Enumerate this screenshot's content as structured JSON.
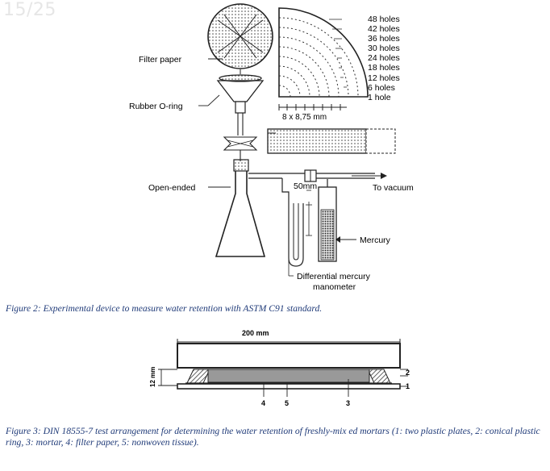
{
  "page_number": "15/25",
  "figure1": {
    "labels": {
      "filter_paper": "Filter paper",
      "rubber_o_ring": "Rubber O-ring",
      "open_ended": "Open-ended",
      "mm50": "50mm",
      "to_vacuum": "To vacuum",
      "mercury": "Mercury",
      "manometer_line1": "Differential mercury",
      "manometer_line2": "manometer",
      "dimension": "8 x 8,75 mm"
    },
    "holes": [
      "48 holes",
      "42 holes",
      "36 holes",
      "30 holes",
      "24 holes",
      "18 holes",
      "12 holes",
      "6 holes",
      "1 hole"
    ],
    "caption": "Figure 2: Experimental device to measure water retention with ASTM C91 standard."
  },
  "figure2": {
    "width_label": "200 mm",
    "height_label": "12 mm",
    "bottom_numbers": [
      "4",
      "5",
      "3"
    ],
    "right_numbers": [
      "2",
      "1"
    ],
    "caption": "Figure 3: DIN 18555-7 test arrangement for determining the water retention of freshly-mix ed mortars (1: two plastic plates, 2: conical plastic ring, 3: mortar, 4: filter paper, 5: nonwoven tissue)."
  }
}
